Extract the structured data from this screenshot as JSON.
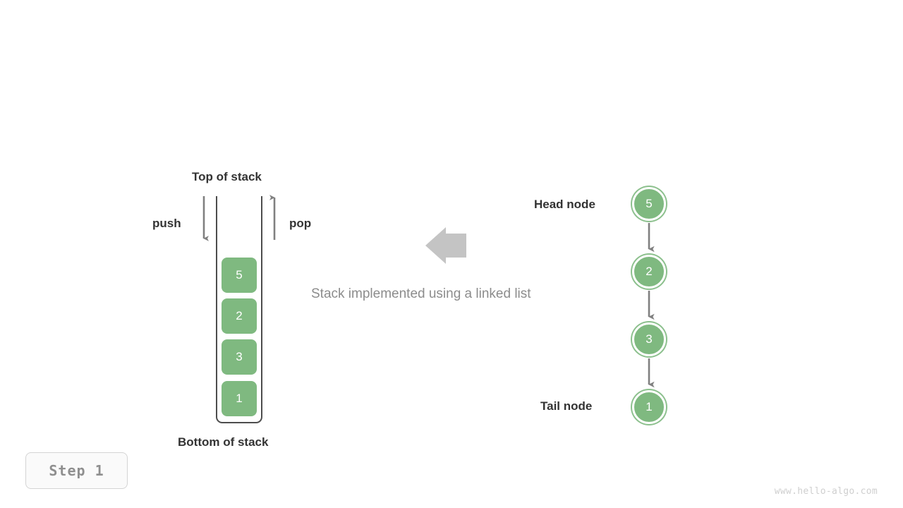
{
  "page": {
    "background_color": "#ffffff",
    "watermark": "www.hello-algo.com"
  },
  "step_badge": {
    "label": "Step 1"
  },
  "center": {
    "caption": "Stack implemented using a linked list",
    "arrow_icon": "arrow-left-icon",
    "arrow_color": "#c4c4c4"
  },
  "stack": {
    "top_label": "Top of stack",
    "bottom_label": "Bottom of stack",
    "push_label": "push",
    "pop_label": "pop",
    "push_arrow_icon": "arrow-down-icon",
    "pop_arrow_icon": "arrow-up-icon",
    "cell_color": "#7fb980",
    "border_color": "#4d4d4d",
    "cells": [
      {
        "value": "5"
      },
      {
        "value": "2"
      },
      {
        "value": "3"
      },
      {
        "value": "1"
      }
    ]
  },
  "linked_list": {
    "head_label": "Head node",
    "tail_label": "Tail node",
    "node_color": "#7fb980",
    "ring_color": "#8cc08d",
    "link_arrow_icon": "arrow-down-icon",
    "link_color": "#808080",
    "nodes": [
      {
        "value": "5"
      },
      {
        "value": "2"
      },
      {
        "value": "3"
      },
      {
        "value": "1"
      }
    ]
  }
}
